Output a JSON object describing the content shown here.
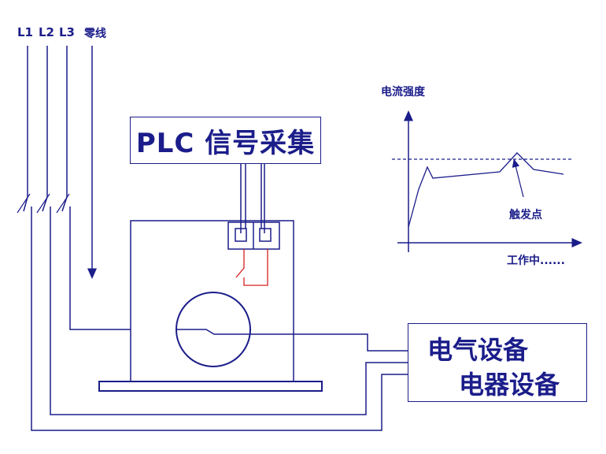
{
  "labels": {
    "l1": "L1",
    "l2": "L2",
    "l3": "L3",
    "neutral": "零线"
  },
  "plc_box": {
    "text": "PLC 信号采集"
  },
  "device_box": {
    "line1": "电气设备",
    "line2": "电器设备"
  },
  "graph": {
    "ylabel": "电流强度",
    "xlabel": "工作中......",
    "annotation": "触发点"
  },
  "colors": {
    "line": "#1b1d8a",
    "relay": "#d42020",
    "background": "#ffffff"
  }
}
